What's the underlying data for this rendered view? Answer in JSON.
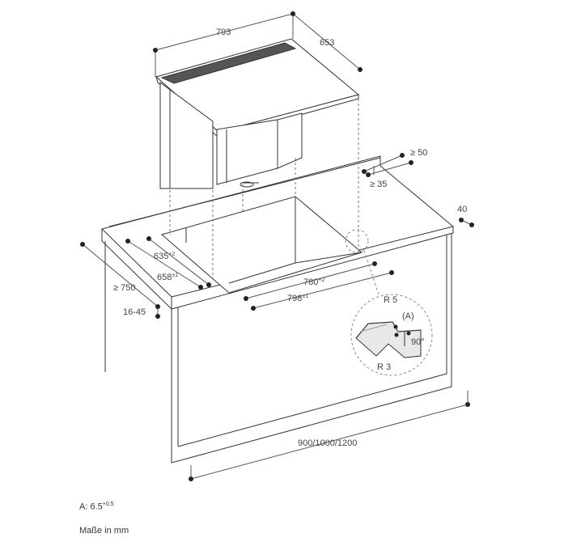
{
  "dimensions": {
    "width_793": "793",
    "depth_653": "653",
    "clear_50": "≥ 50",
    "clear_35": "≥ 35",
    "edge_40": "40",
    "cut_635": "635",
    "cut_635_tol": "+2",
    "cut_658": "658",
    "cut_658_tol": "±1",
    "cut_780": "780",
    "cut_780_tol": "+2",
    "cut_798": "798",
    "cut_798_tol": "±1",
    "depth_750": "≥ 750",
    "thickness": "16-45",
    "cabinet_width": "900/1000/1200"
  },
  "detail": {
    "radius_top": "R 5",
    "radius_bottom": "R 3",
    "marker": "(A)",
    "angle": "90°"
  },
  "notes": {
    "a_label": "A",
    "a_value": ": 6.5",
    "a_tol": "+0.5",
    "units": "Maße in mm"
  }
}
